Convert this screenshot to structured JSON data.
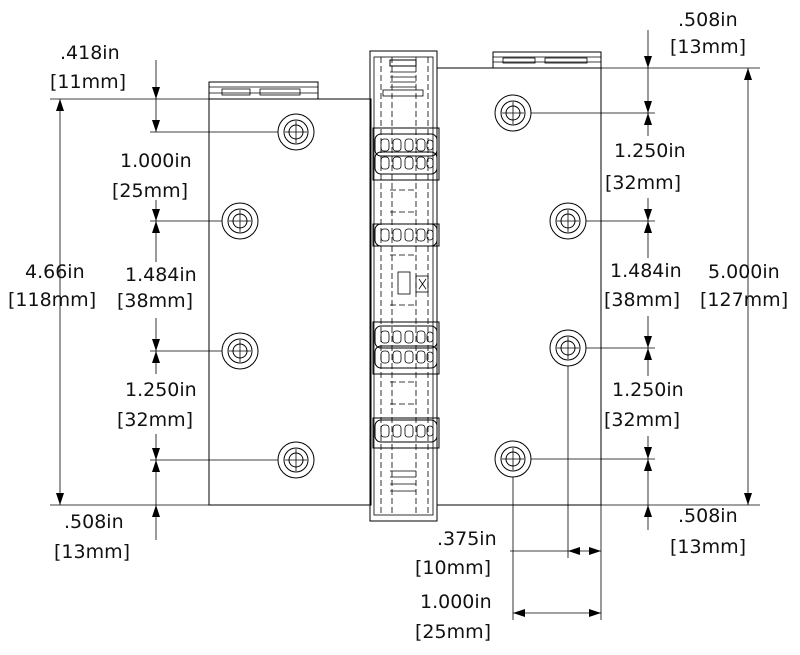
{
  "drawing": {
    "right_top_offset": {
      "in": ".508in",
      "mm": "[13mm]"
    },
    "left_top_offset": {
      "in": ".418in",
      "mm": "[11mm]"
    },
    "left_hole_spacing_1": {
      "in": "1.000in",
      "mm": "[25mm]"
    },
    "left_hole_spacing_2": {
      "in": "1.484in",
      "mm": "[38mm]"
    },
    "left_hole_spacing_3": {
      "in": "1.250in",
      "mm": "[32mm]"
    },
    "left_leaf_height": {
      "in": "4.66in",
      "mm": "[118mm]"
    },
    "left_bottom_offset": {
      "in": ".508in",
      "mm": "[13mm]"
    },
    "right_hole_spacing_1": {
      "in": "1.250in",
      "mm": "[32mm]"
    },
    "right_hole_spacing_2": {
      "in": "1.484in",
      "mm": "[38mm]"
    },
    "right_hole_spacing_3": {
      "in": "1.250in",
      "mm": "[32mm]"
    },
    "right_leaf_height": {
      "in": "5.000in",
      "mm": "[127mm]"
    },
    "right_bottom_offset": {
      "in": ".508in",
      "mm": "[13mm]"
    },
    "hole_edge_inset": {
      "in": ".375in",
      "mm": "[10mm]"
    },
    "hole_edge_distance": {
      "in": "1.000in",
      "mm": "[25mm]"
    }
  }
}
